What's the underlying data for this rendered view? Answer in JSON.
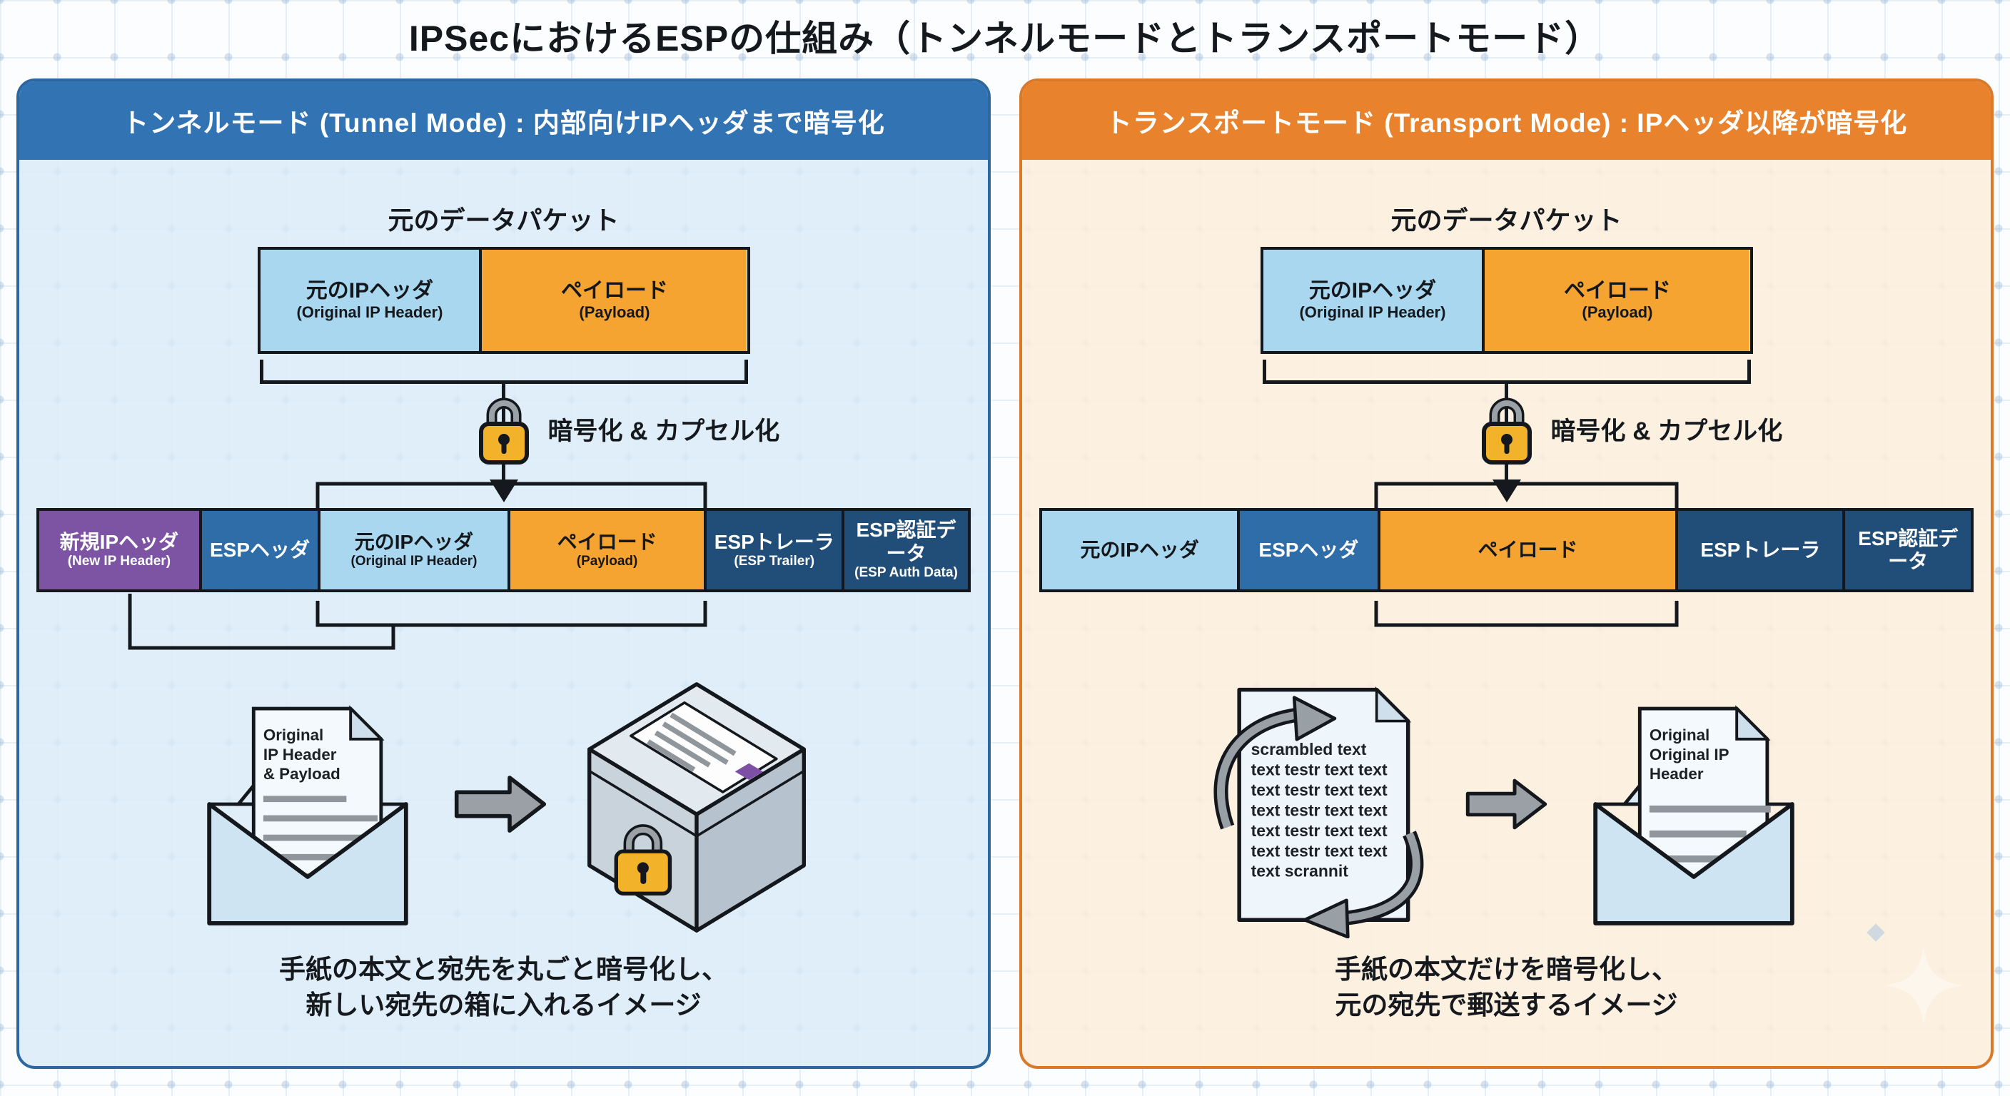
{
  "title": "IPSecにおけるESPの仕組み（トンネルモードとトランスポートモード）",
  "colors": {
    "tunnel_accent": "#3273b4",
    "transport_accent": "#e8822c",
    "cell_light_blue": "#a9d7ef",
    "cell_orange": "#f5a431",
    "cell_purple": "#7d54a4",
    "cell_steel_blue": "#2e6da8",
    "cell_navy": "#214e78",
    "lock_gold": "#f2b32b",
    "arrow_gray": "#9aa0a5",
    "stamp_purple": "#7d4fa5"
  },
  "panels": {
    "tunnel": {
      "header": "トンネルモード (Tunnel Mode) : 内部向けIPヘッダまで暗号化",
      "original_packet_label": "元のデータパケット",
      "original_packet": [
        {
          "label": "元のIPヘッダ",
          "sub": "(Original IP Header)"
        },
        {
          "label": "ペイロード",
          "sub": "(Payload)"
        }
      ],
      "encrypt_label": "暗号化 & カプセル化",
      "encrypted_packet": [
        {
          "label": "新規IPヘッダ",
          "sub": "(New IP Header)"
        },
        {
          "label": "ESPヘッダ",
          "sub": ""
        },
        {
          "label": "元のIPヘッダ",
          "sub": "(Original IP Header)"
        },
        {
          "label": "ペイロード",
          "sub": "(Payload)"
        },
        {
          "label": "ESPトレーラ",
          "sub": "(ESP Trailer)"
        },
        {
          "label": "ESP認証データ",
          "sub": "(ESP Auth Data)"
        }
      ],
      "letter_lines": [
        "Original",
        "IP Header",
        "& Payload"
      ],
      "caption": [
        "手紙の本文と宛先を丸ごと暗号化し、",
        "新しい宛先の箱に入れるイメージ"
      ]
    },
    "transport": {
      "header": "トランスポートモード (Transport Mode) : IPヘッダ以降が暗号化",
      "original_packet_label": "元のデータパケット",
      "original_packet": [
        {
          "label": "元のIPヘッダ",
          "sub": "(Original IP Header)"
        },
        {
          "label": "ペイロード",
          "sub": "(Payload)"
        }
      ],
      "encrypt_label": "暗号化 & カプセル化",
      "encrypted_packet": [
        {
          "label": "元のIPヘッダ",
          "sub": ""
        },
        {
          "label": "ESPヘッダ",
          "sub": ""
        },
        {
          "label": "ペイロード",
          "sub": ""
        },
        {
          "label": "ESPトレーラ",
          "sub": ""
        },
        {
          "label": "ESP認証データ",
          "sub": ""
        }
      ],
      "document_lines": [
        "scrambled text",
        "text testr text text",
        "text testr text text",
        "text testr text text",
        "text testr text text",
        "text testr text text",
        "text scrannit"
      ],
      "letter_lines": [
        "Original",
        "Original IP",
        "Header"
      ],
      "caption": [
        "手紙の本文だけを暗号化し、",
        "元の宛先で郵送するイメージ"
      ]
    }
  }
}
